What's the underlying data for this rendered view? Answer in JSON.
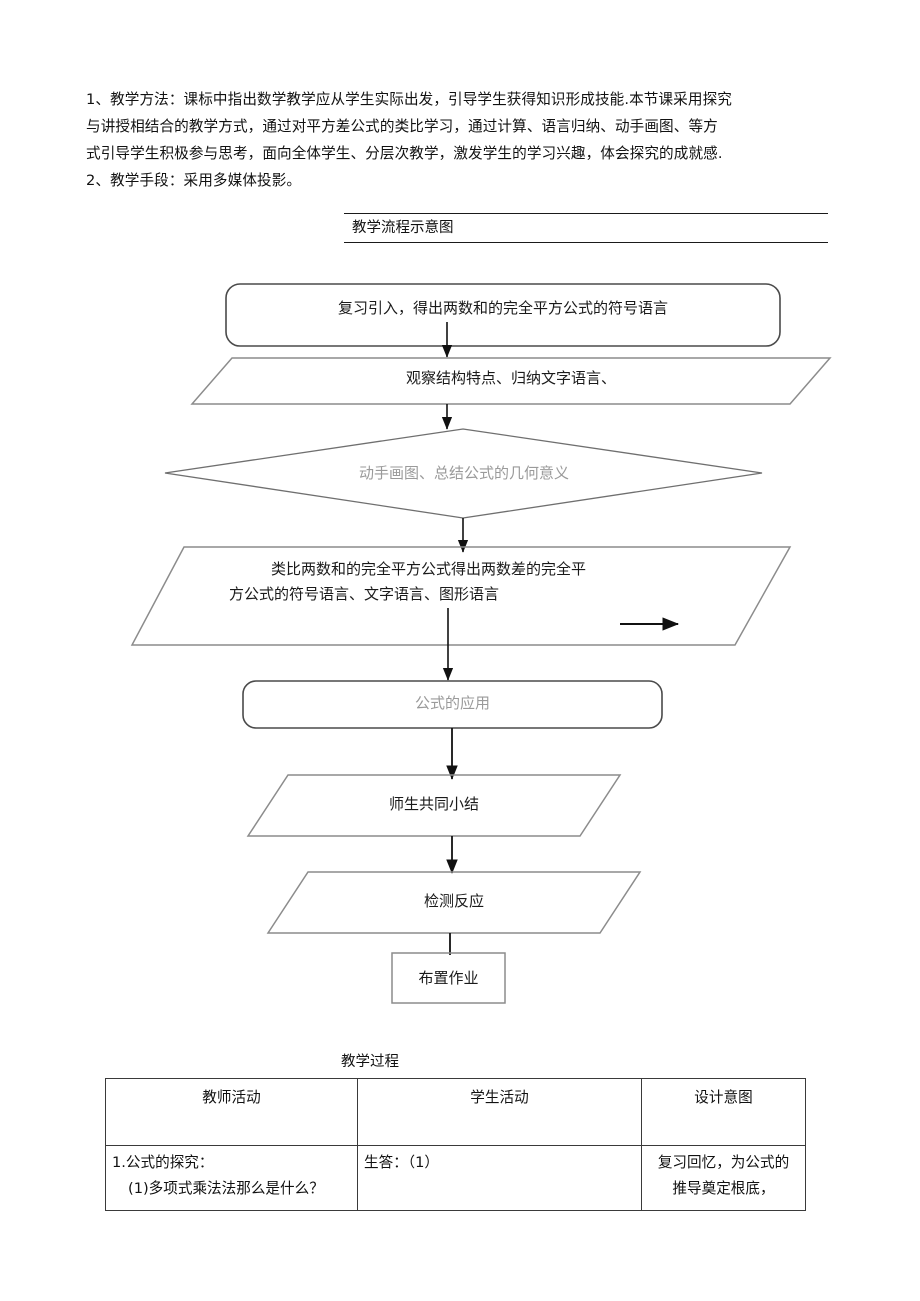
{
  "intro": {
    "line1": "1、教学方法：课标中指出数学教学应从学生实际出发，引导学生获得知识形成技能.本节课采用探究",
    "line2": "与讲授相结合的教学方式，通过对平方差公式的类比学习，通过计算、语言归纳、动手画图、等方",
    "line3": "式引导学生积极参与思考，面向全体学生、分层次教学，激发学生的学习兴趣，体会探究的成就感.",
    "line4": "2、教学手段：采用多媒体投影。"
  },
  "flowchart": {
    "caption": "教学流程示意图",
    "nodes": [
      {
        "id": "n1",
        "shape": "rounded-rect",
        "text": "复习引入，得出两数和的完全平方公式的符号语言",
        "dim": false
      },
      {
        "id": "n2",
        "shape": "parallelogram",
        "text": "观察结构特点、归纳文字语言、",
        "dim": false
      },
      {
        "id": "n3",
        "shape": "diamond",
        "text": "动手画图、总结公式的几何意义",
        "dim": true
      },
      {
        "id": "n4",
        "shape": "parallelogram",
        "text_line1": "类比两数和的完全平方公式得出两数差的完全平",
        "text_line2": "方公式的符号语言、文字语言、图形语言",
        "dim": false
      },
      {
        "id": "n5",
        "shape": "rounded-rect",
        "text": "公式的应用",
        "dim": true
      },
      {
        "id": "n6",
        "shape": "parallelogram",
        "text": "师生共同小结",
        "dim": false
      },
      {
        "id": "n7",
        "shape": "parallelogram",
        "text": "检测反应",
        "dim": false
      },
      {
        "id": "n8",
        "shape": "rect",
        "text": "布置作业",
        "dim": false
      }
    ],
    "inline_arrow": "right-arrow"
  },
  "table": {
    "caption": "教学过程",
    "headers": [
      "教师活动",
      "学生活动",
      "设计意图"
    ],
    "rows": [
      {
        "teacher_line1": "1.公式的探究：",
        "teacher_line2": "(1)多项式乘法法那么是什么？",
        "student_line1": "生答：（1）",
        "intent_line1": "复习回忆，为公式的",
        "intent_line2": "推导奠定根底，"
      }
    ]
  }
}
